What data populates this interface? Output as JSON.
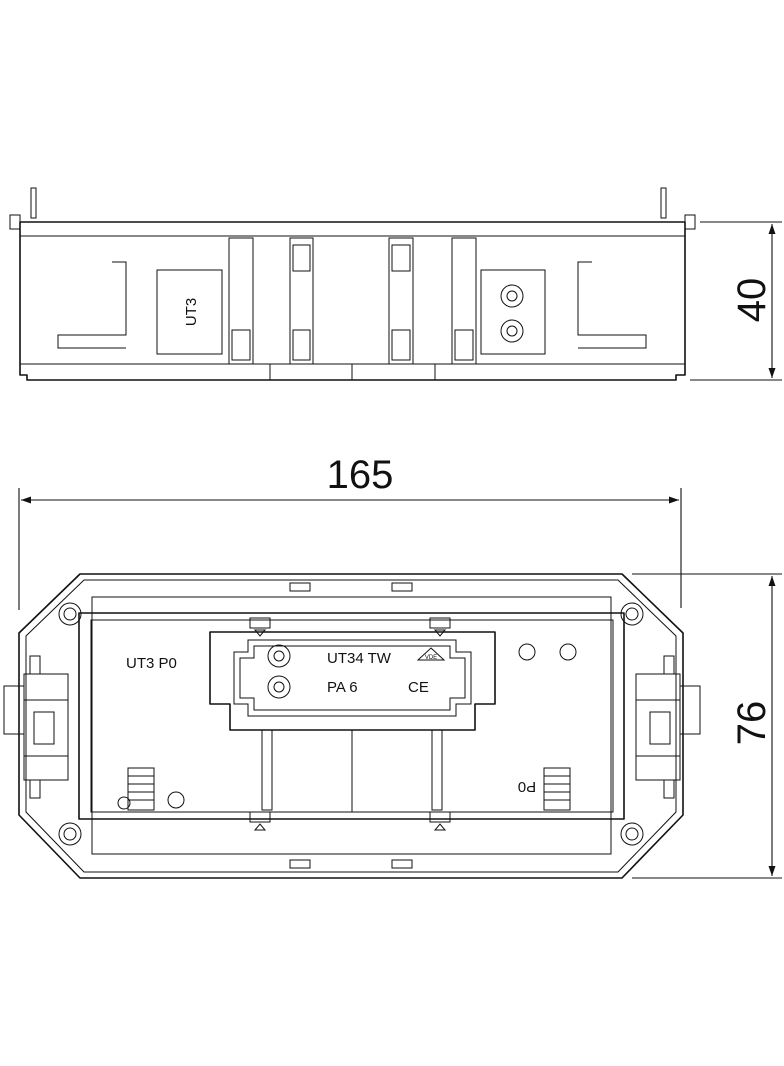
{
  "dimensions": {
    "width": "165",
    "side_height": "40",
    "depth": "76"
  },
  "side_view": {
    "label": "UT3"
  },
  "top_view": {
    "left_label": "UT3 P0",
    "model": "UT34 TW",
    "material": "PA 6",
    "ce_mark": "CE",
    "vde_mark": "VDE",
    "right_label": "P0"
  }
}
